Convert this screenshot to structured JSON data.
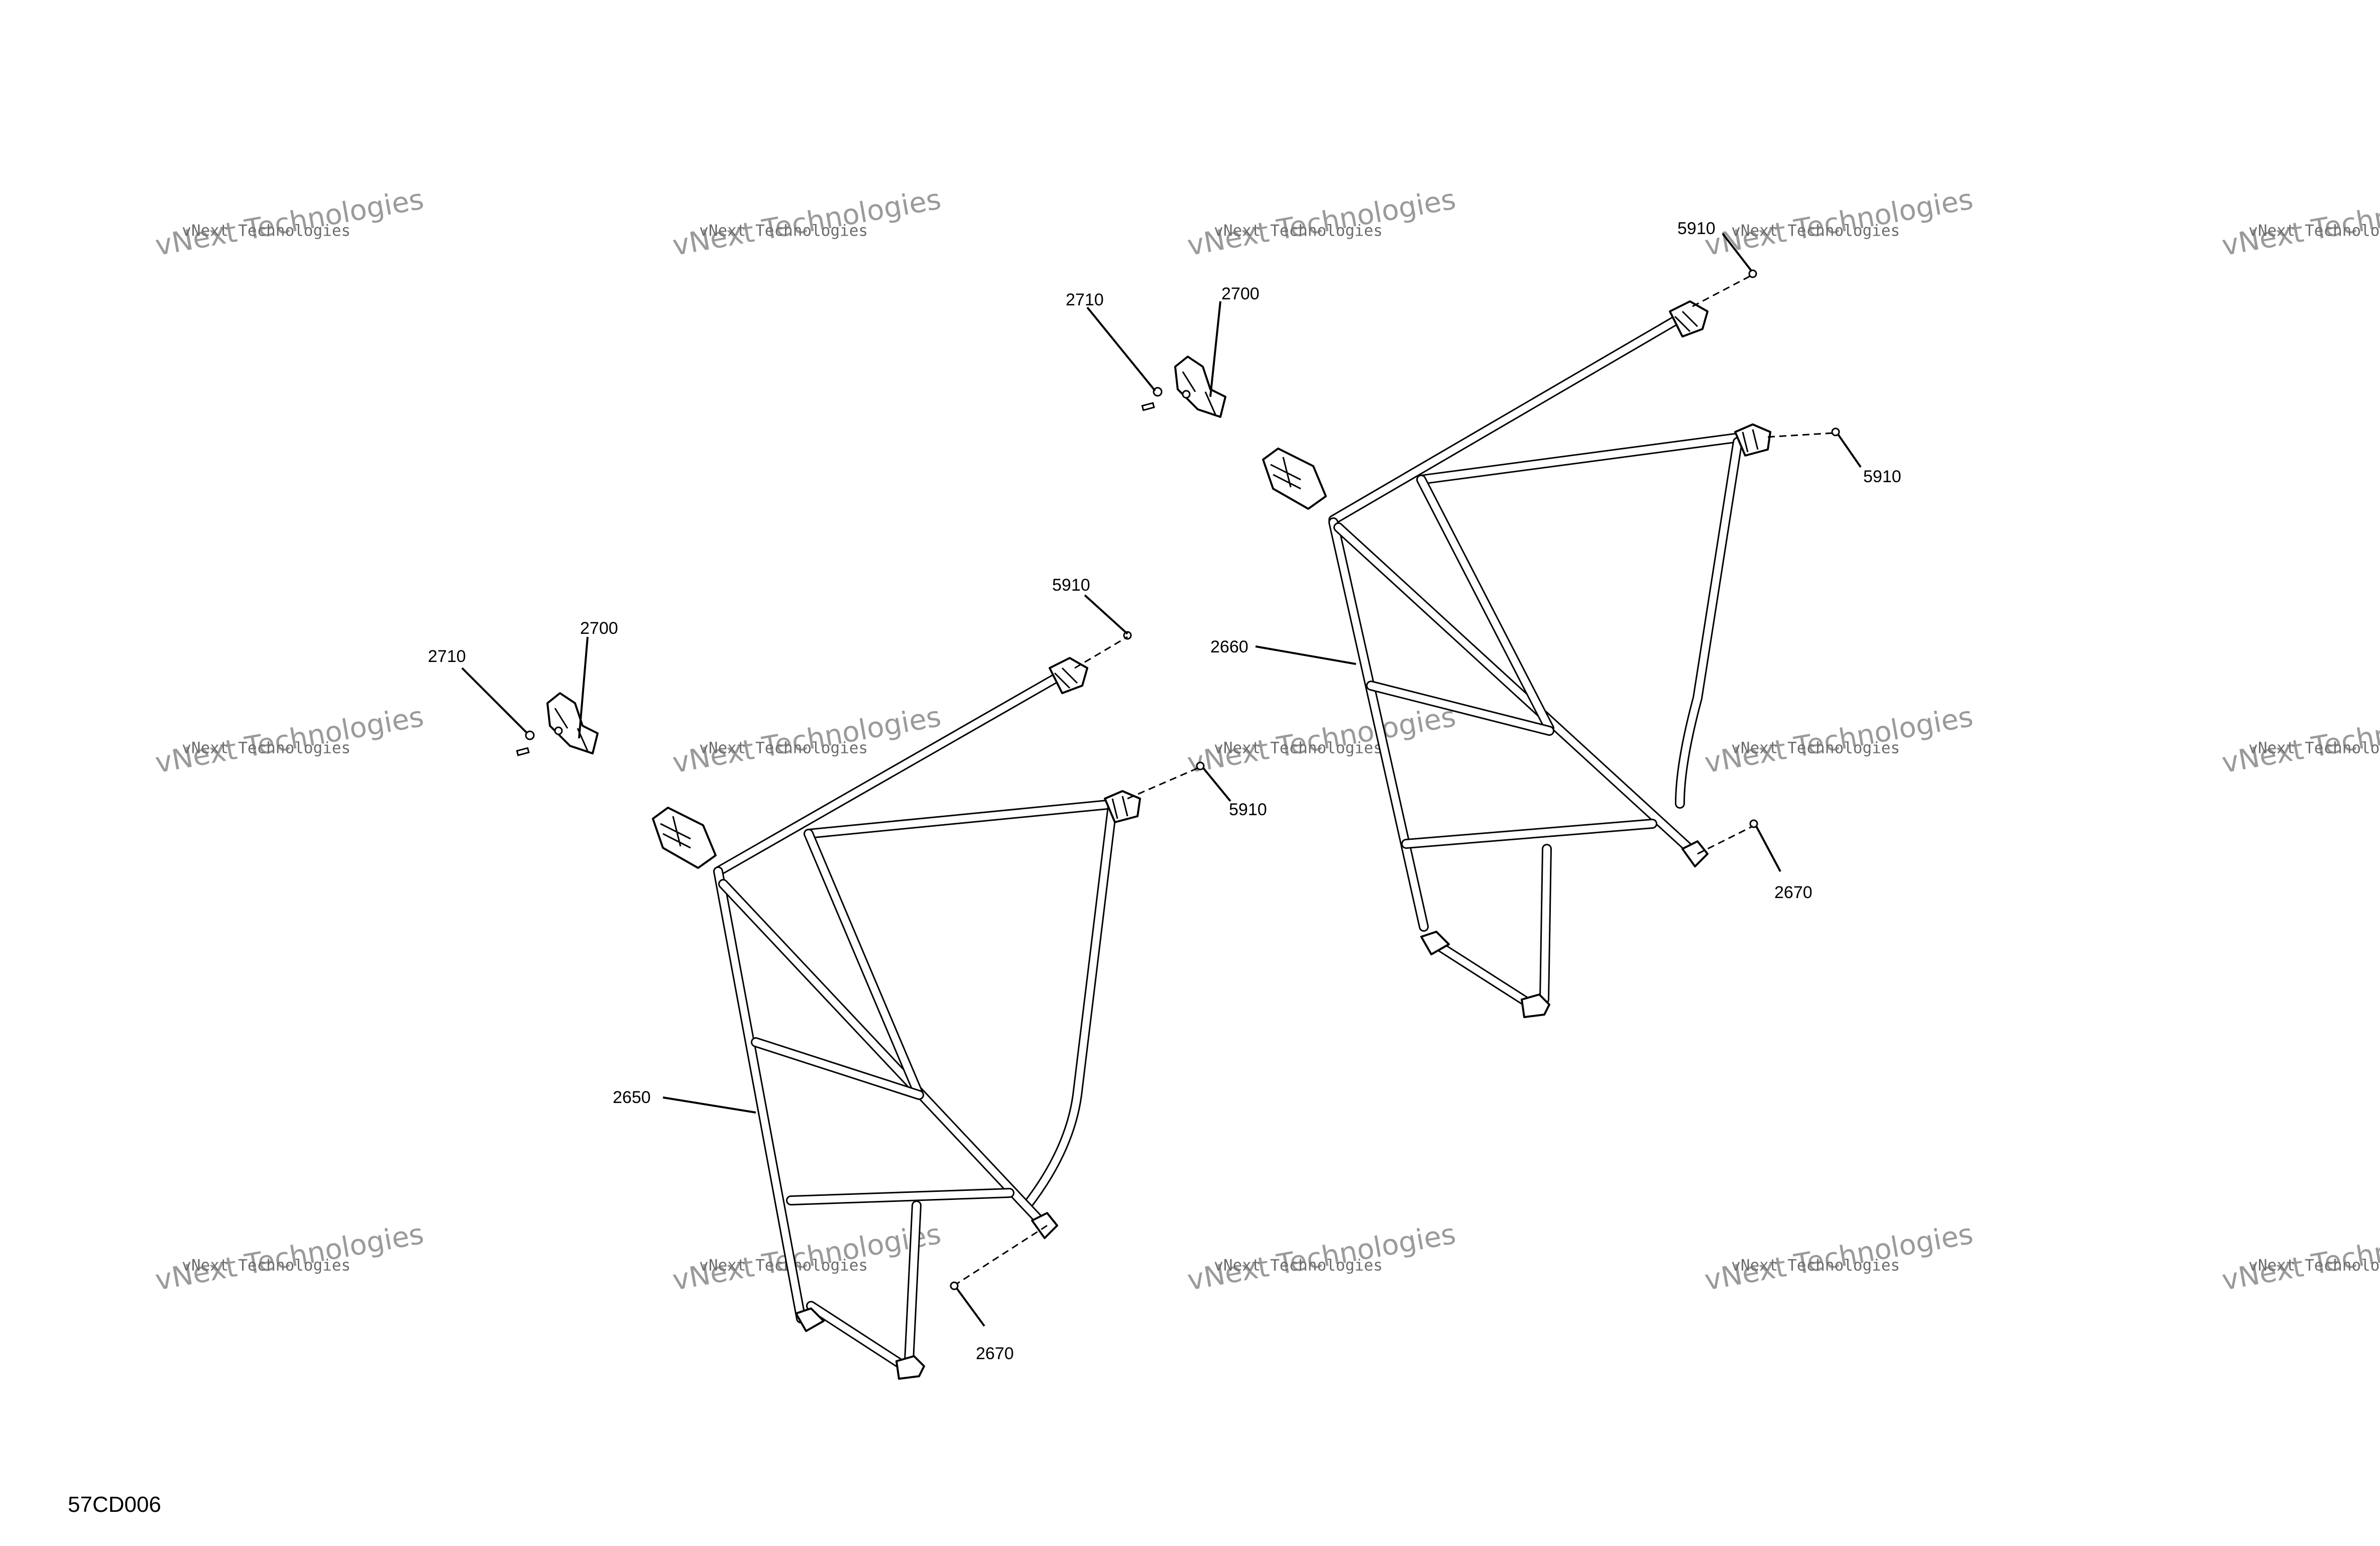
{
  "drawing_id": "57CD006",
  "watermark": {
    "line1": "vNext Technologies",
    "line2": "vNext Technologies"
  },
  "callouts": {
    "left_net": "2650",
    "right_net": "2660",
    "left_bottom_rivet": "2670",
    "right_bottom_rivet": "2670",
    "left_bracket": "2700",
    "left_bracket_screw": "2710",
    "right_bracket": "2700",
    "right_bracket_screw": "2710",
    "left_upper_rivet": "5910",
    "left_mid_rivet": "5910",
    "right_upper_rivet": "5910",
    "right_mid_rivet": "5910"
  }
}
